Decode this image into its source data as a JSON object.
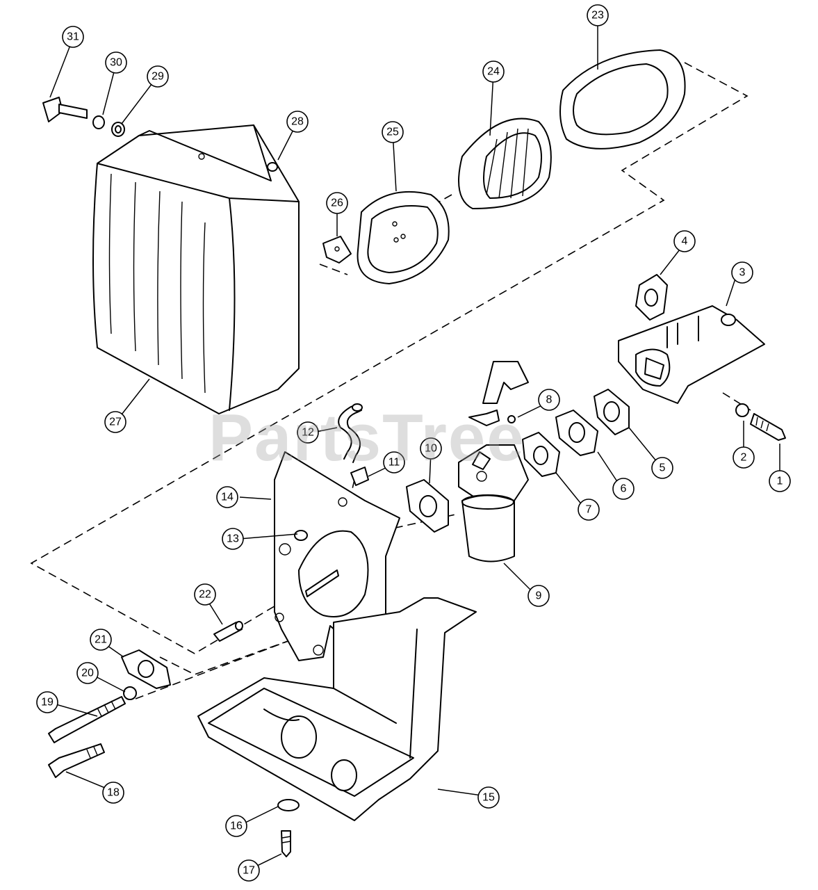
{
  "watermark": "PartsTree",
  "callouts": [
    {
      "num": "1"
    },
    {
      "num": "2"
    },
    {
      "num": "3"
    },
    {
      "num": "4"
    },
    {
      "num": "5"
    },
    {
      "num": "6"
    },
    {
      "num": "7"
    },
    {
      "num": "8"
    },
    {
      "num": "9"
    },
    {
      "num": "10"
    },
    {
      "num": "11"
    },
    {
      "num": "12"
    },
    {
      "num": "13"
    },
    {
      "num": "14"
    },
    {
      "num": "15"
    },
    {
      "num": "16"
    },
    {
      "num": "17"
    },
    {
      "num": "18"
    },
    {
      "num": "19"
    },
    {
      "num": "20"
    },
    {
      "num": "21"
    },
    {
      "num": "22"
    },
    {
      "num": "23"
    },
    {
      "num": "24"
    },
    {
      "num": "25"
    },
    {
      "num": "26"
    },
    {
      "num": "27"
    },
    {
      "num": "28"
    },
    {
      "num": "29"
    },
    {
      "num": "30"
    },
    {
      "num": "31"
    }
  ]
}
